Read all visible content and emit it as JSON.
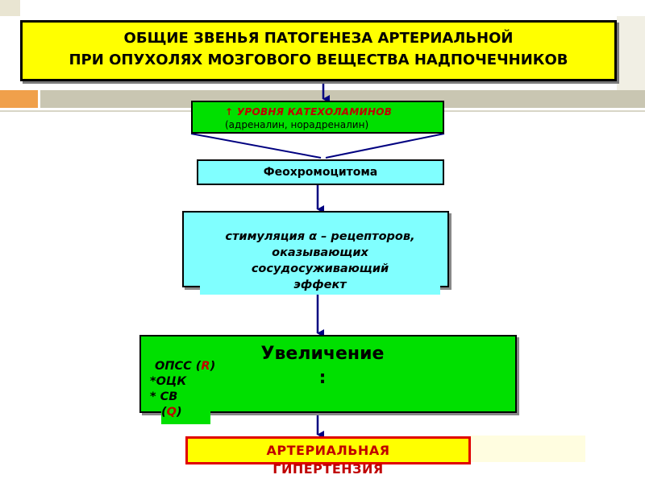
{
  "title": {
    "line1": "ОБЩИЕ  ЗВЕНЬЯ  ПАТОГЕНЕЗА  АРТЕРИАЛЬНОЙ",
    "line2": "ПРИ   ОПУХОЛЯХ МОЗГОВОГО ВЕЩЕСТВА НАДПОЧЕЧНИКОВ"
  },
  "catecholamines": {
    "line1": "↑ УРОВНЯ КАТЕХОЛАМИНОВ",
    "line2": "(адреналин, норадреналин)"
  },
  "pheochromocytoma": "Феохромоцитома",
  "stimulation": {
    "line1": "стимуляция α – рецепторов,",
    "line2": "оказывающих",
    "line3": "сосудосуживающий",
    "line4": "эффект"
  },
  "increase": {
    "title_line1": "Увеличение",
    "title_line2": ":",
    "item1_label": "ОПСС (",
    "item1_symbol": "R",
    "item1_end": ")",
    "item2": "*ОЦК",
    "item3": "*  СВ",
    "item4_open": "(",
    "item4_symbol": "Q",
    "item4_close": ")"
  },
  "result": {
    "line1": "АРТЕРИАЛЬНАЯ",
    "line2": "ГИПЕРТЕНЗИЯ"
  },
  "colors": {
    "title_fill": "#ffff00",
    "green_fill": "#00e000",
    "cyan_fill": "#80ffff",
    "accent_red": "#c00000",
    "arrow_navy": "#000080"
  }
}
